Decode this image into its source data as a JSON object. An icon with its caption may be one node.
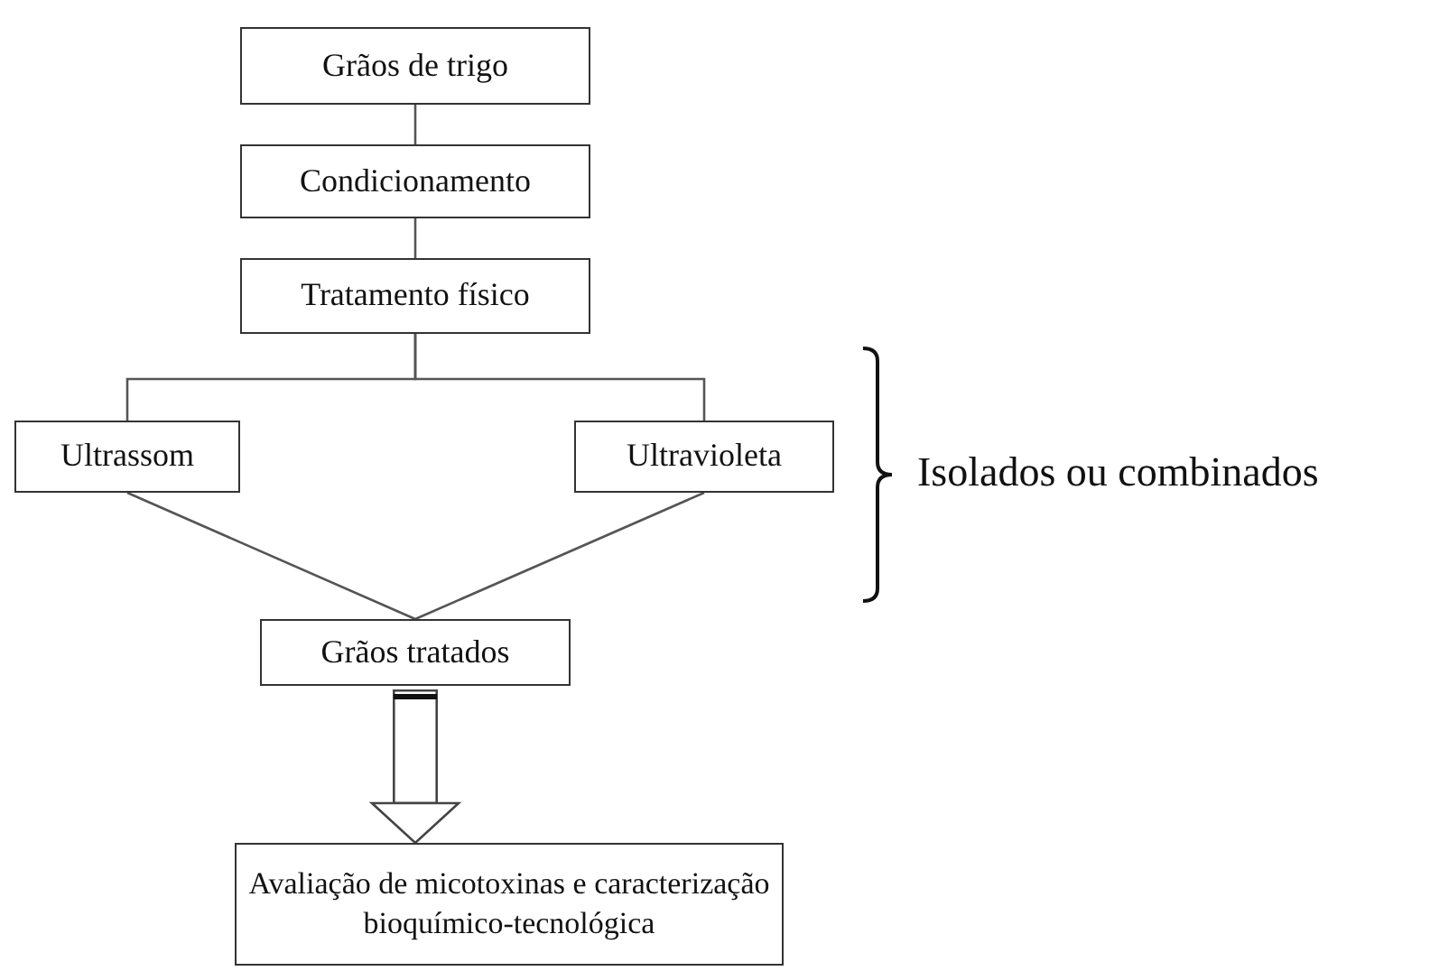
{
  "diagram": {
    "nodes": [
      {
        "text": [
          "Grãos de trigo"
        ]
      },
      {
        "text": [
          "Condicionamento"
        ]
      },
      {
        "text": [
          "Tratamento físico"
        ]
      },
      {
        "text": [
          "Ultrassom"
        ]
      },
      {
        "text": [
          "Ultravioleta"
        ]
      },
      {
        "text": [
          "Grãos tratados"
        ]
      },
      {
        "text": [
          "Avaliação de micotoxinas e caracterização bioquímico-tecnológica"
        ]
      }
    ],
    "edges": [
      {
        "from": 0,
        "to": 1,
        "arrow": "none"
      },
      {
        "from": 1,
        "to": 2,
        "arrow": "none"
      },
      {
        "from": 2,
        "to": 3,
        "arrow": "none"
      },
      {
        "from": 2,
        "to": 4,
        "arrow": "none"
      },
      {
        "from": 3,
        "to": 5,
        "arrow": "none"
      },
      {
        "from": 4,
        "to": 5,
        "arrow": "none"
      },
      {
        "from": 5,
        "to": 6,
        "arrow": "to",
        "style": "thick"
      }
    ],
    "labels": [
      "Isolados ou combinados"
    ]
  }
}
